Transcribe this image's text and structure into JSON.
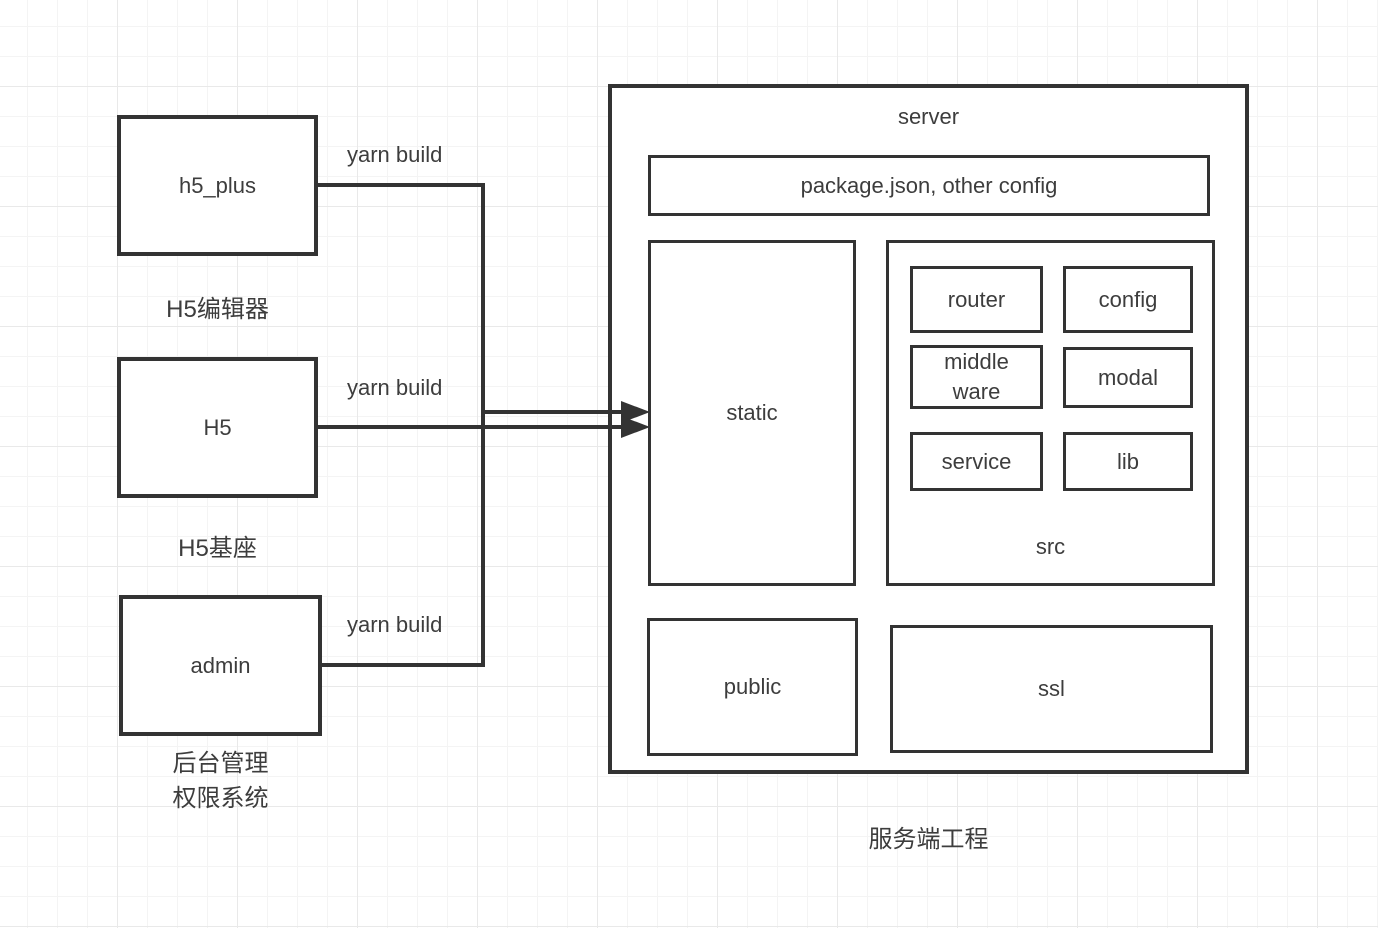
{
  "colors": {
    "stroke": "#333333",
    "text": "#3d3d3d",
    "shape_fill": "#ffffff",
    "background": "#ffffff",
    "grid_minor": "#f4f4f4",
    "grid_major": "#e9e9e9"
  },
  "nodes": {
    "h5_plus": {
      "label": "h5_plus",
      "caption": "H5编辑器"
    },
    "h5": {
      "label": "H5",
      "caption": "H5基座"
    },
    "admin": {
      "label": "admin",
      "caption": "后台管理\n权限系统"
    }
  },
  "edges": [
    {
      "label": "yarn build",
      "from": "h5_plus",
      "to": "static"
    },
    {
      "label": "yarn build",
      "from": "H5",
      "to": "static"
    },
    {
      "label": "yarn build",
      "from": "admin",
      "to": "static"
    }
  ],
  "server": {
    "title": "server",
    "config_file_box": "package.json, other config",
    "static_label": "static",
    "src": {
      "label": "src",
      "modules": [
        "router",
        "config",
        "middle\nware",
        "modal",
        "service",
        "lib"
      ]
    },
    "public_label": "public",
    "ssl_label": "ssl",
    "caption": "服务端工程"
  }
}
